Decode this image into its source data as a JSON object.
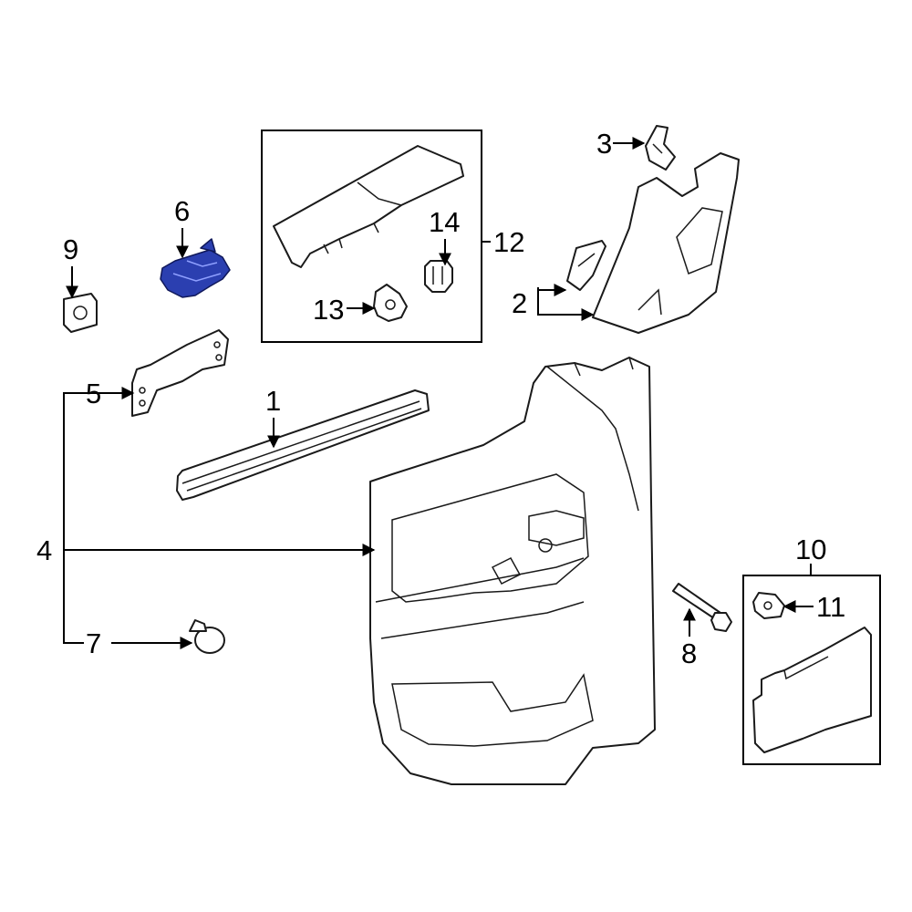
{
  "callouts": {
    "c1": "1",
    "c2": "2",
    "c3": "3",
    "c4": "4",
    "c5": "5",
    "c6": "6",
    "c7": "7",
    "c8": "8",
    "c9": "9",
    "c10": "10",
    "c11": "11",
    "c12": "12",
    "c13": "13",
    "c14": "14"
  },
  "highlight_color": "#2b3fb0",
  "highlighted_part": "6"
}
